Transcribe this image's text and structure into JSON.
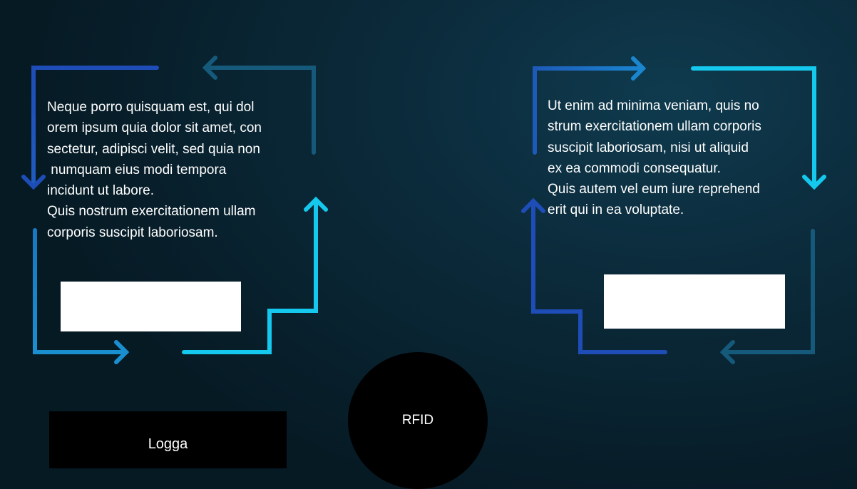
{
  "left_panel": {
    "text": "Neque porro quisquam est, qui dol\norem ipsum quia dolor sit amet, con\nsectetur, adipisci velit, sed quia non\n numquam eius modi tempora\nincidunt ut labore.\nQuis nostrum exercitationem ullam\ncorporis suscipit laboriosam."
  },
  "right_panel": {
    "text": "Ut enim ad minima veniam, quis no\nstrum exercitationem ullam corporis\nsuscipit laboriosam, nisi ut aliquid\nex ea commodi consequatur.\nQuis autem vel eum iure reprehend\nerit qui in ea voluptate."
  },
  "login_button": {
    "label": "Logga"
  },
  "rfid_button": {
    "label": "RFID"
  },
  "colors": {
    "background": "#0b2a3a",
    "arrow_dark_blue": "#1e4db7",
    "arrow_mid_blue": "#1a7fc4",
    "arrow_cyan": "#14c8ee",
    "arrow_teal": "#155a7a"
  }
}
